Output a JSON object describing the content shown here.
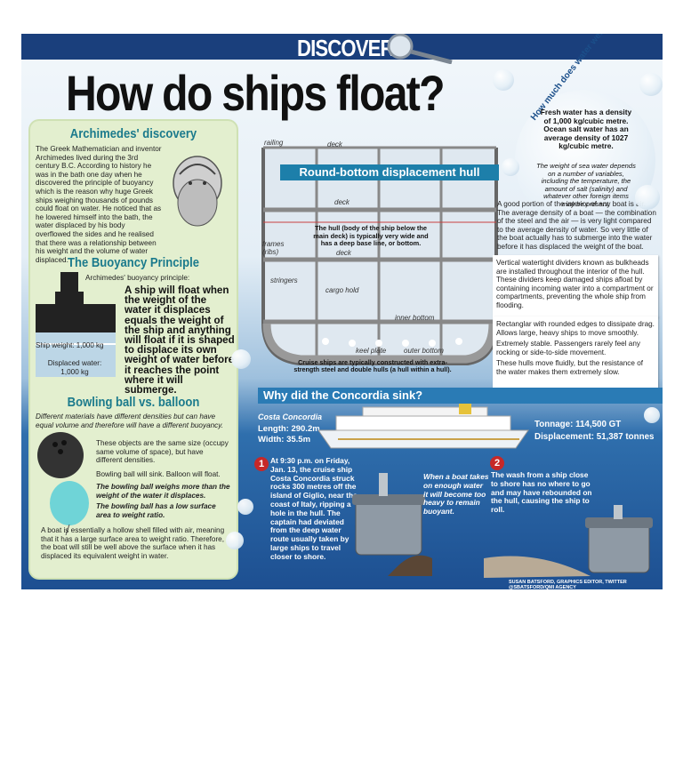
{
  "banner": {
    "title": "DISCOVERY"
  },
  "page_title": "How do ships float?",
  "archimedes": {
    "heading": "Archimedes' discovery",
    "body": "The Greek Mathematician and inventor Archimedes lived during the 3rd century B.C. According to history he was in the bath one day when he discovered the principle of buoyancy which is the reason why huge Greek ships weighing thousands of pounds could float on water. He noticed that as he lowered himself into the bath, the water displaced by his body overflowed the sides and he realised that there was a relationship between his weight and the volume of water displaced."
  },
  "buoyancy": {
    "heading": "The Buoyancy Principle",
    "intro": "Archimedes' buoyancy principle:",
    "principle": "A ship will float when the weight of the water it displaces equals the weight of the ship and anything will float if it is shaped to displace its own weight of water before it reaches the point where it will submerge.",
    "ship_weight": "Ship weight: 1,000 kg",
    "displaced_water": "Displaced water: 1,000 kg"
  },
  "bowling": {
    "heading": "Bowling ball vs. balloon",
    "intro": "Different materials have different densities but can have equal volume and therefore will have a different buoyancy.",
    "p1": "These objects are the same size (occupy same volume of space), but have different densities.",
    "p2": "Bowling ball will sink. Balloon will float.",
    "p3": "The bowling ball weighs more than the weight of the water it displaces.",
    "p4": "The bowling ball has a low surface area to weight ratio.",
    "p5": "A boat is essentially a hollow shell filled with air, meaning that it has a large surface area to weight ratio. Therefore, the boat will still be well above the surface when it has displaced its equivalent weight in water."
  },
  "water_weigh": {
    "heading": "How much does water weigh?",
    "text": "Fresh water has a density of 1,000 kg/cubic metre. Ocean salt water has an average density of 1027 kg/cubic metre.",
    "note": "The weight of sea water depends on a number of variables, including the temperature, the amount of salt (salinity) and whatever other foreign items may be present."
  },
  "hull": {
    "title": "Round-bottom displacement hull",
    "labels": {
      "railing": "railing",
      "deck1": "deck",
      "deck2": "deck",
      "deck3": "deck",
      "frames": "frames (ribs)",
      "stringers": "stringers",
      "cargo": "cargo hold",
      "inner": "inner bottom",
      "keel": "keel plate",
      "outer": "outer bottom"
    },
    "body_note": "The hull (body of the ship below the main deck) is typically very wide and has a deep base line, or bottom.",
    "caption": "Cruise ships are typically constructed with extra-strength steel and double hulls (a hull within a hull)."
  },
  "air_text": "A good portion of the interior of any boat is air. The average density of a boat — the combination of the steel and the air — is very light compared to the average density of water. So very little of the boat actually has to submerge into the water before it has displaced the weight of the boat.",
  "bulkheads_text": "Vertical watertight dividers known as bulkheads are installed throughout the interior of the hull. These dividers keep damaged ships afloat by containing incoming water into a compartment or compartments, preventing the whole ship from flooding.",
  "features": [
    "Rectanglar with rounded edges to dissipate drag. Allows large, heavy ships to move smoothly.",
    "Extremely stable. Passengers rarely feel any rocking or side-to-side movement.",
    "These hulls move fluidly, but the resistance of the water makes them extremely slow."
  ],
  "concordia": {
    "heading": "Why did the Concordia sink?",
    "ship_name": "Costa Concordia",
    "length": "Length: 290.2m",
    "width": "Width: 35.5m",
    "tonnage": "Tonnage: 114,500 GT",
    "displacement": "Displacement: 51,387 tonnes",
    "step1_num": "1",
    "step1": "At 9:30 p.m. on Friday, Jan. 13, the cruise ship Costa Concordia struck rocks 300 metres off the island of Giglio, near the coast of Italy, ripping a hole in the hull. The captain had deviated from the deep water route usually taken by large ships to travel closer to shore.",
    "mid_note": "When a boat takes on enough water it will become too heavy to remain buoyant.",
    "step2_num": "2",
    "step2": "The wash from a ship close to shore has no where to go and may have rebounded on the hull, causing the ship to roll."
  },
  "credit": "SUSAN BATSFORD, GRAPHICS EDITOR, TWITTER @SBATSFORD/QMI AGENCY"
}
